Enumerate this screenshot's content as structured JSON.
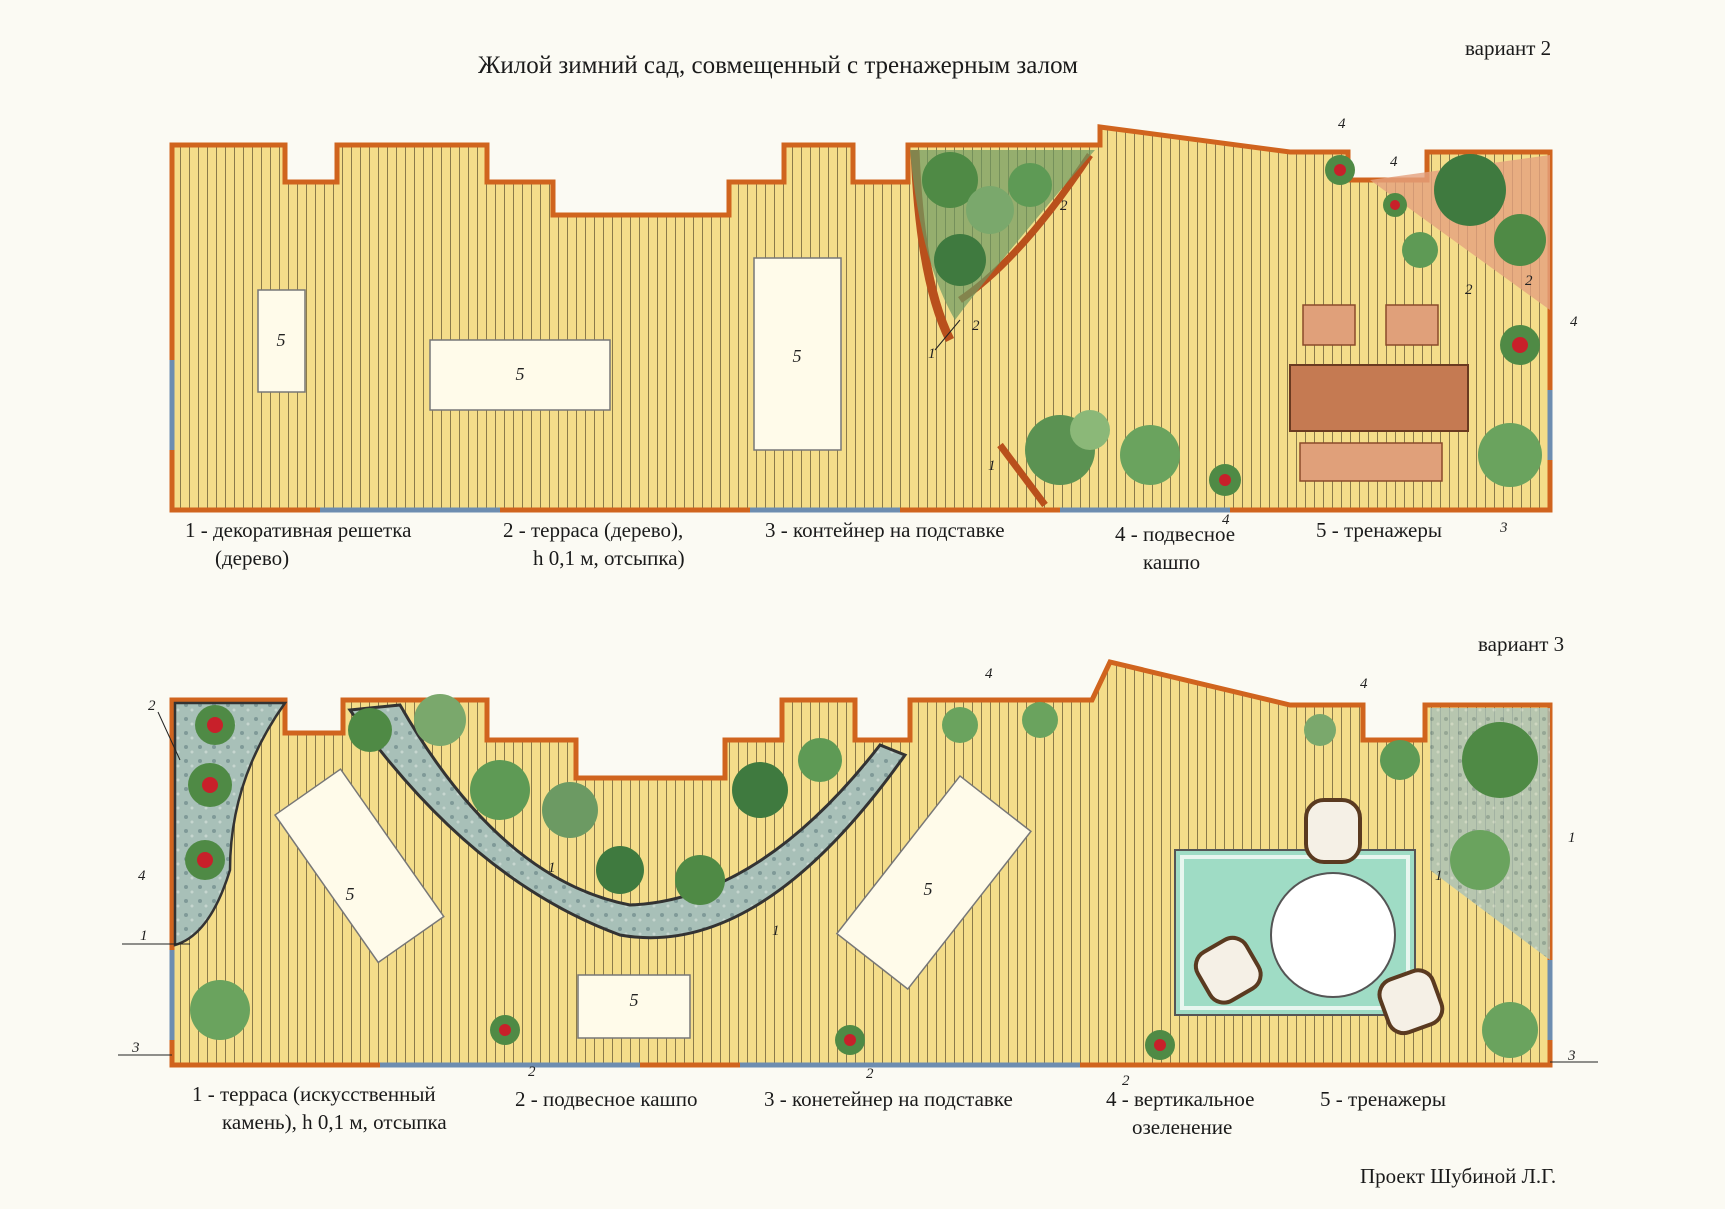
{
  "title": "Жилой зимний сад, совмещенный с тренажерным залом",
  "author": "Проект Шубиной Л.Г.",
  "plans": [
    {
      "variant": "вариант 2",
      "equipment_label": "5",
      "callouts": [
        "1",
        "2",
        "3",
        "4"
      ],
      "legend": [
        {
          "line1": "1 - декоративная решетка",
          "line2": "(дерево)"
        },
        {
          "line1": "2 - терраса (дерево),",
          "line2": "h 0,1 м, отсыпка)"
        },
        {
          "line1": "3 - контейнер на подставке",
          "line2": ""
        },
        {
          "line1": "4 - подвесное",
          "line2": "кашпо"
        },
        {
          "line1": "5 - тренажеры",
          "line2": ""
        }
      ]
    },
    {
      "variant": "вариант 3",
      "equipment_label": "5",
      "callouts": [
        "1",
        "2",
        "3",
        "4"
      ],
      "legend": [
        {
          "line1": "1 - терраса (искусственный",
          "line2": "камень), h 0,1 м, отсыпка"
        },
        {
          "line1": "2 - подвесное кашпо",
          "line2": ""
        },
        {
          "line1": "3 - конетейнер на подставке",
          "line2": ""
        },
        {
          "line1": "4 - вертикальное",
          "line2": "озеленение"
        },
        {
          "line1": "5 - тренажеры",
          "line2": ""
        }
      ]
    }
  ],
  "colors": {
    "floor": "#f4dd8a",
    "boards": "#8a7a4a",
    "wall": "#d0641e",
    "window": "#6d8db0",
    "foliage": "#4f8a45",
    "flowers": "#c8202a",
    "stone": "#9bb4b0",
    "rug": "#9fdcc5",
    "wood": "#d79064"
  }
}
